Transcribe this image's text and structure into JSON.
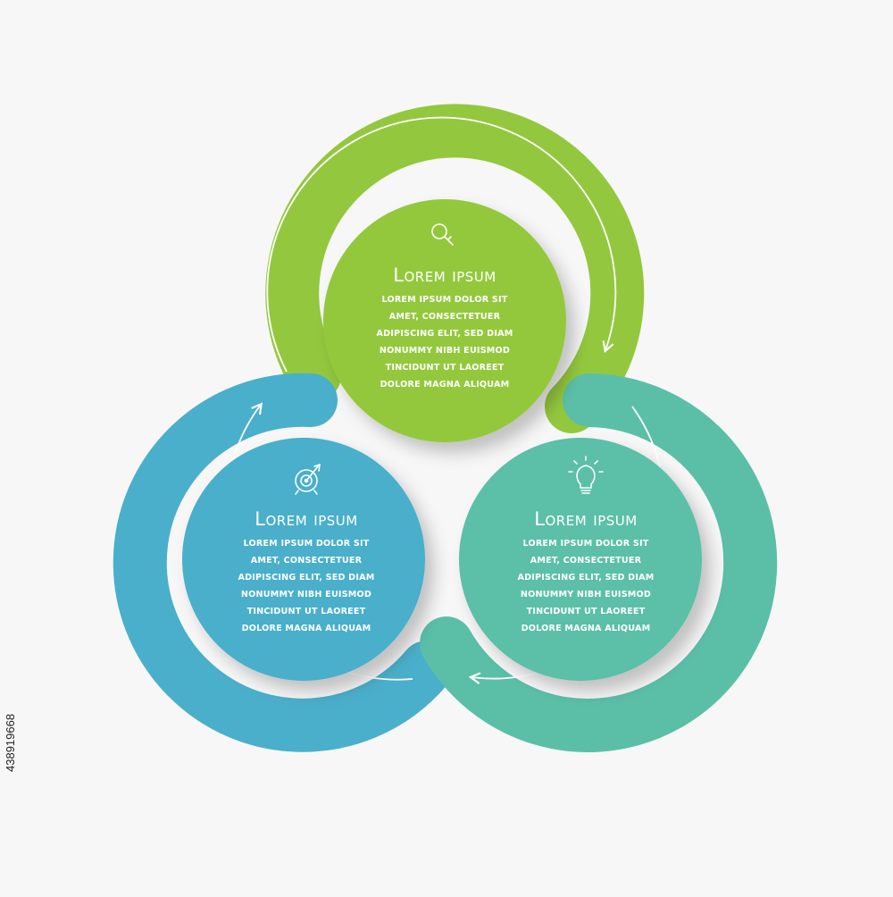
{
  "colors": {
    "green": "#93c83e",
    "blue": "#4aafcb",
    "teal": "#5bbfa8",
    "background": "#f7f7f7"
  },
  "steps": [
    {
      "color": "green",
      "icon": "magnifier-icon",
      "title": "Lorem ipsum",
      "lines": [
        "LOREM IPSUM DOLOR SIT",
        "AMET, CONSECTETUER",
        "ADIPISCING ELIT, SED DIAM",
        "NONUMMY NIBH EUISMOD",
        "TINCIDUNT UT LAOREET",
        "DOLORE MAGNA ALIQUAM"
      ]
    },
    {
      "color": "blue",
      "icon": "target-icon",
      "title": "Lorem ipsum",
      "lines": [
        "LOREM IPSUM DOLOR SIT",
        "AMET, CONSECTETUER",
        "ADIPISCING ELIT, SED DIAM",
        "NONUMMY NIBH EUISMOD",
        "TINCIDUNT UT LAOREET",
        "DOLORE MAGNA ALIQUAM"
      ]
    },
    {
      "color": "teal",
      "icon": "lightbulb-icon",
      "title": "Lorem ipsum",
      "lines": [
        "LOREM IPSUM DOLOR SIT",
        "AMET, CONSECTETUER",
        "ADIPISCING ELIT, SED DIAM",
        "NONUMMY NIBH EUISMOD",
        "TINCIDUNT UT LAOREET",
        "DOLORE MAGNA ALIQUAM"
      ]
    }
  ],
  "stock_id": "438919668"
}
